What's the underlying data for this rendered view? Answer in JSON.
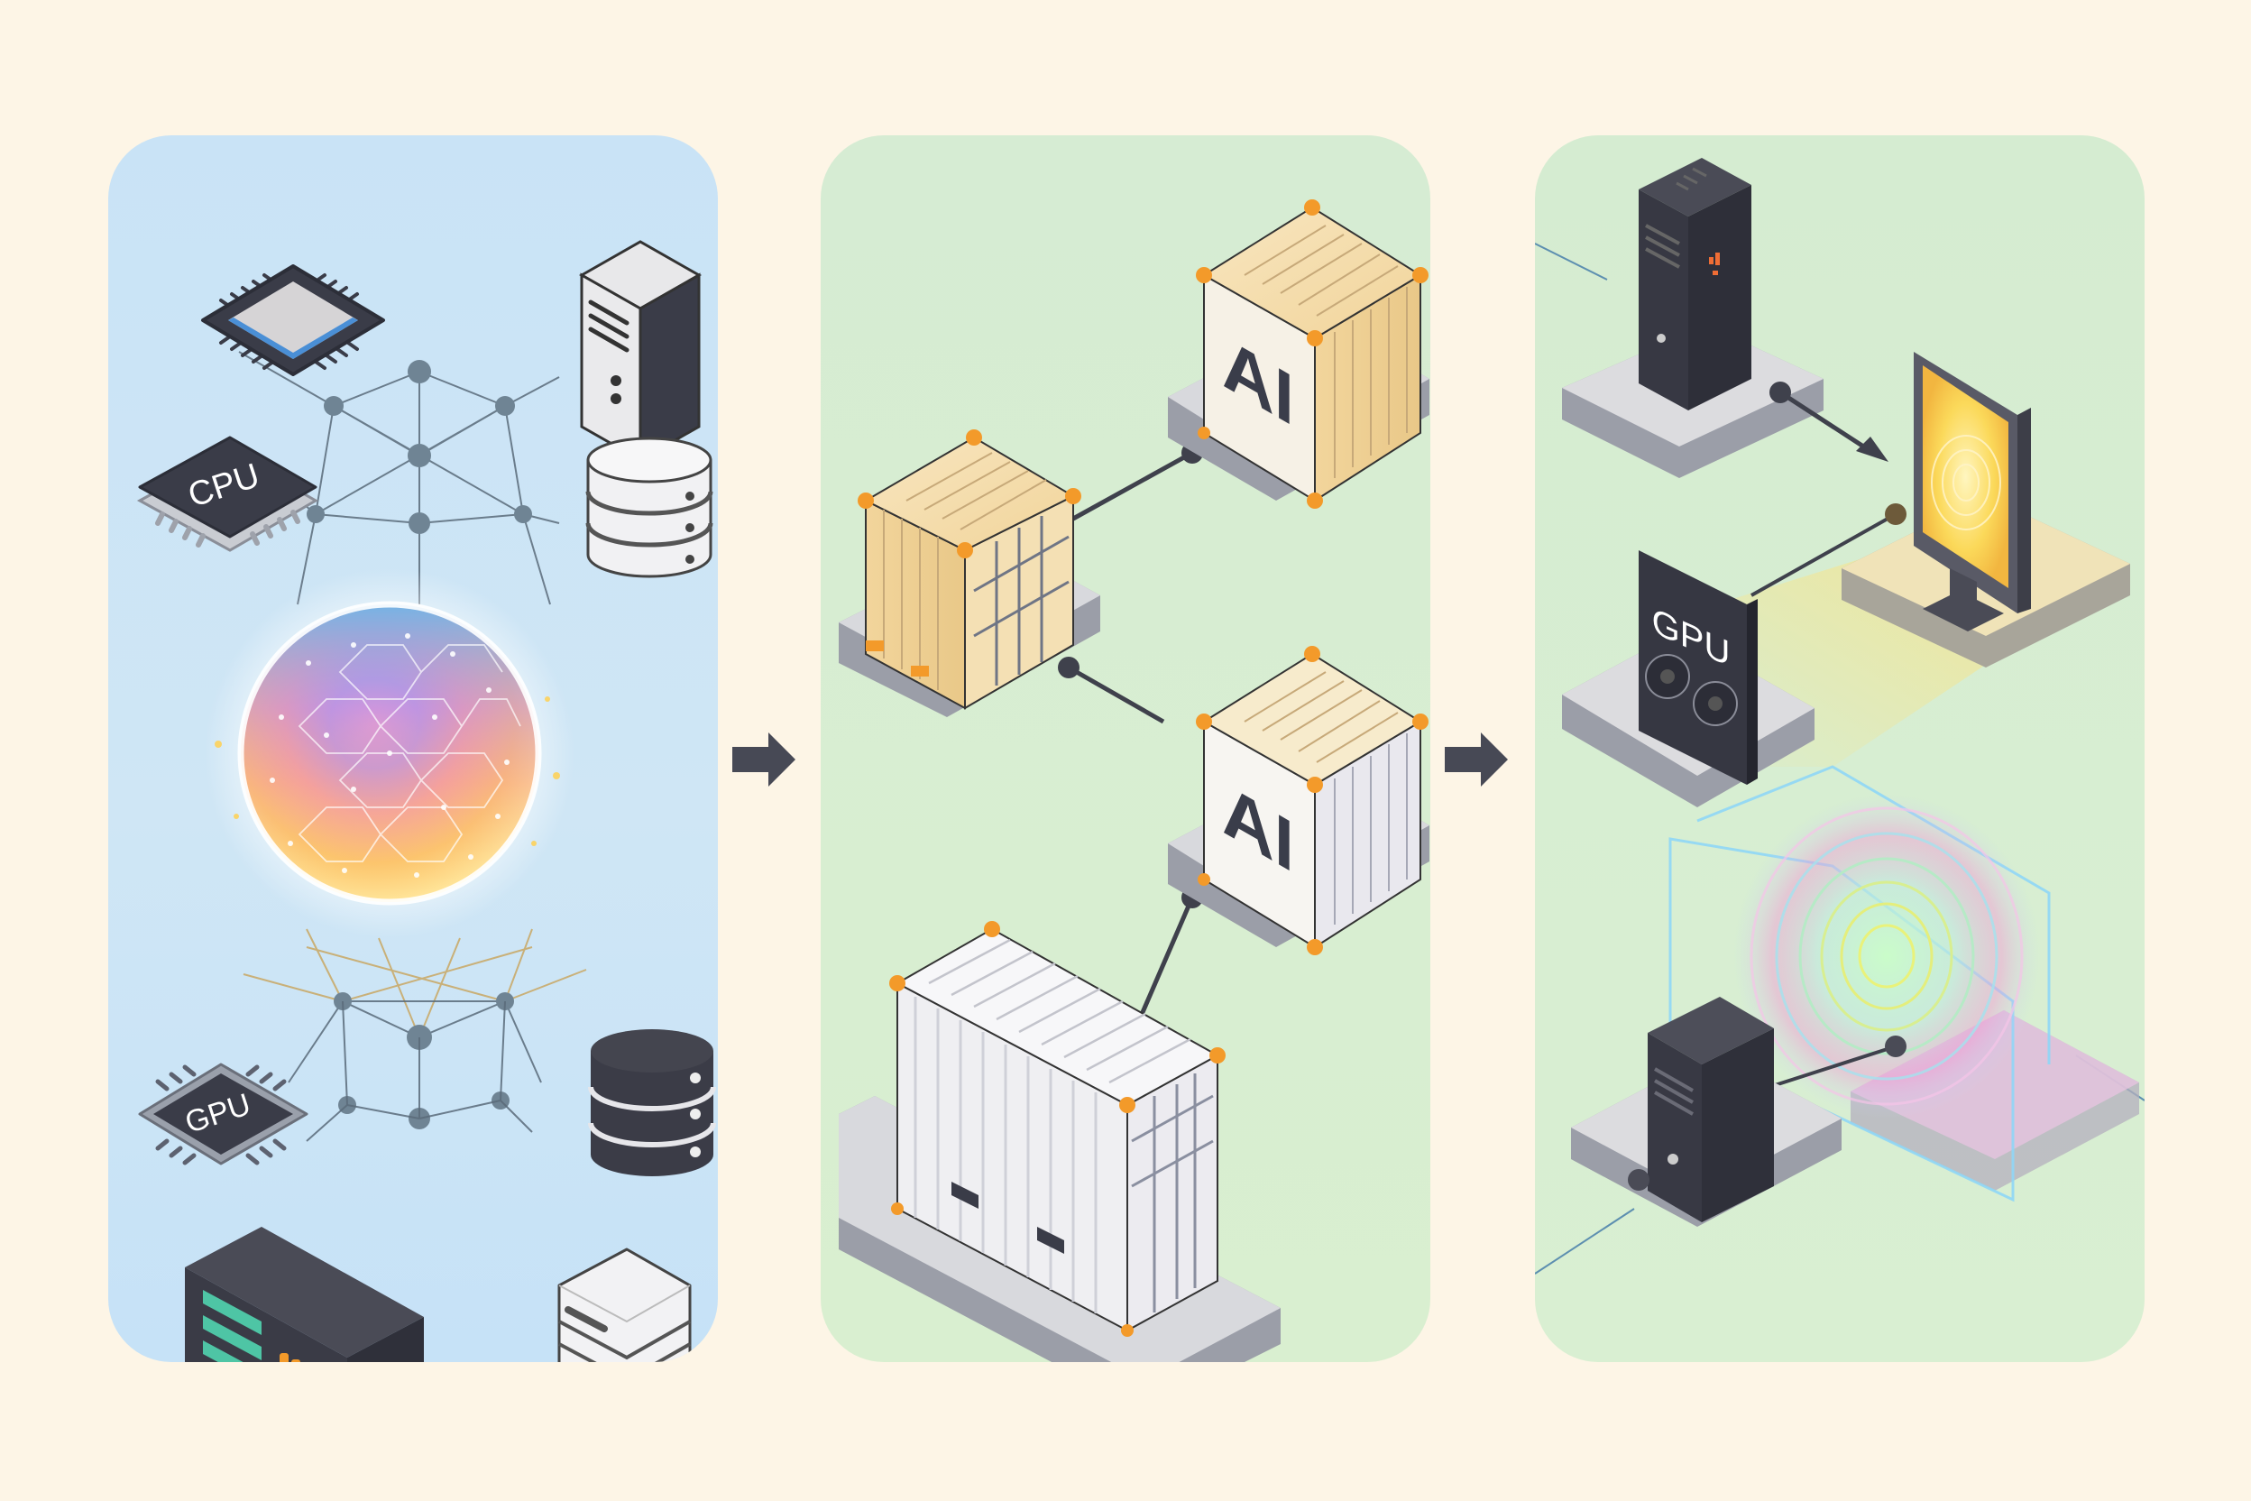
{
  "diagram": {
    "title": "",
    "stages": [
      {
        "id": "stage-1",
        "theme": "heterogeneous compute resources unified into a shared pool",
        "background": "#c9e3f6",
        "components": [
          {
            "type": "chip",
            "label": ""
          },
          {
            "type": "server-tower",
            "label": ""
          },
          {
            "type": "chip",
            "label": "CPU"
          },
          {
            "type": "database",
            "label": ""
          },
          {
            "type": "resource-pool-sphere",
            "label": ""
          },
          {
            "type": "chip",
            "label": "GPU"
          },
          {
            "type": "database-dark",
            "label": ""
          },
          {
            "type": "server-rack",
            "label": ""
          },
          {
            "type": "database-white",
            "label": ""
          }
        ]
      },
      {
        "id": "stage-2",
        "theme": "AI workloads packaged as containers",
        "background": "#d6ecd3",
        "components": [
          {
            "type": "container",
            "label": "AI"
          },
          {
            "type": "container",
            "label": ""
          },
          {
            "type": "container",
            "label": "AI"
          },
          {
            "type": "shipping-container-large",
            "label": ""
          }
        ]
      },
      {
        "id": "stage-3",
        "theme": "deployment across servers, displays, GPU and a holographic plane",
        "background": "#d5ecd1",
        "components": [
          {
            "type": "server-tower-dark",
            "label": ""
          },
          {
            "type": "monitor-glowing",
            "label": ""
          },
          {
            "type": "gpu-card",
            "label": "GPU"
          },
          {
            "type": "hologram-plane",
            "label": ""
          },
          {
            "type": "server-tower-dark",
            "label": ""
          }
        ]
      }
    ],
    "arrows": [
      {
        "from": "stage-1",
        "to": "stage-2"
      },
      {
        "from": "stage-2",
        "to": "stage-3"
      }
    ],
    "labels": {
      "cpu": "CPU",
      "gpu": "GPU",
      "ai_top": "AI",
      "ai_mid": "AI",
      "gpu_card": "GPU"
    },
    "colors": {
      "page_bg": "#fdf5e6",
      "panel1_bg": "#c9e3f6",
      "panel2_bg": "#d6ecd3",
      "panel3_bg": "#d5ecd1",
      "dark_hardware": "#3a3c48",
      "accent_orange": "#f39a2a",
      "container_tan": "#f3d9a6",
      "node_gray": "#6f8494",
      "arrow": "#474955"
    }
  }
}
